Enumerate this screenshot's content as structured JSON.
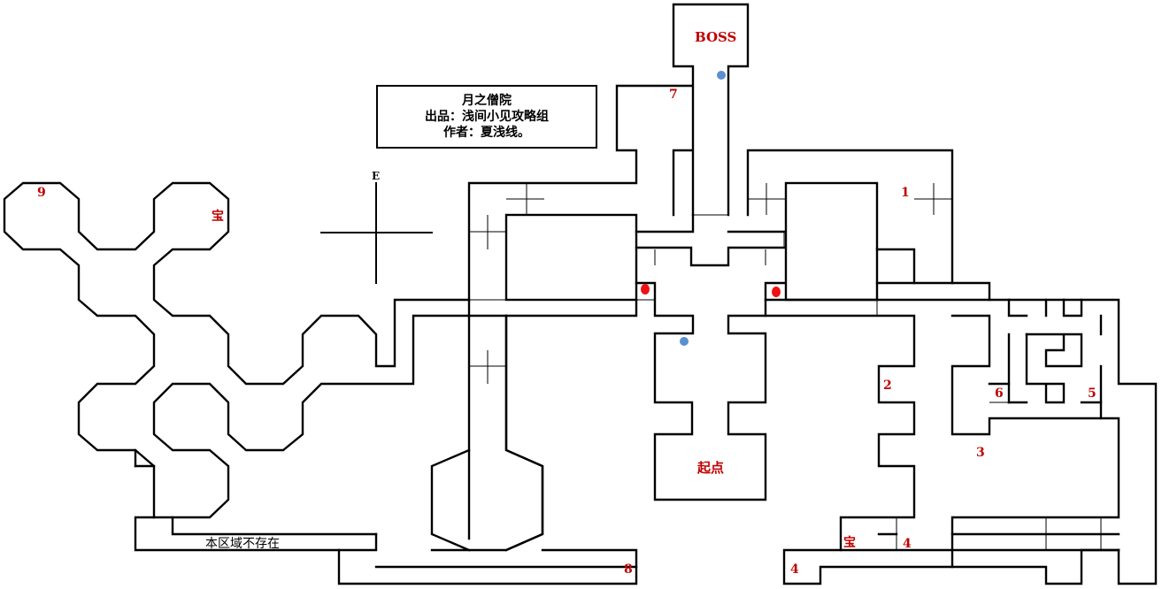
{
  "title_box": {
    "line1": "月之僧院",
    "line2": "出品：浅间小见攻略组",
    "line3": "作者：夏浅线。"
  },
  "compass": {
    "direction": "E"
  },
  "rooms": {
    "boss": "BOSS",
    "start": "起点"
  },
  "labels": {
    "n1": "1",
    "n2": "2",
    "n3": "3",
    "n4a": "4",
    "n4b": "4",
    "n5": "5",
    "n6": "6",
    "n7": "7",
    "n8": "8",
    "n9": "9",
    "treasure_left": "宝",
    "treasure_right": "宝"
  },
  "note": "本区域不存在",
  "markers": {
    "blue_dot_count": 2,
    "red_dot_count": 2,
    "blue": "#5b8fd0",
    "red": "#ee1111"
  },
  "colors": {
    "label_red": "#c00000",
    "wall": "#000000"
  }
}
